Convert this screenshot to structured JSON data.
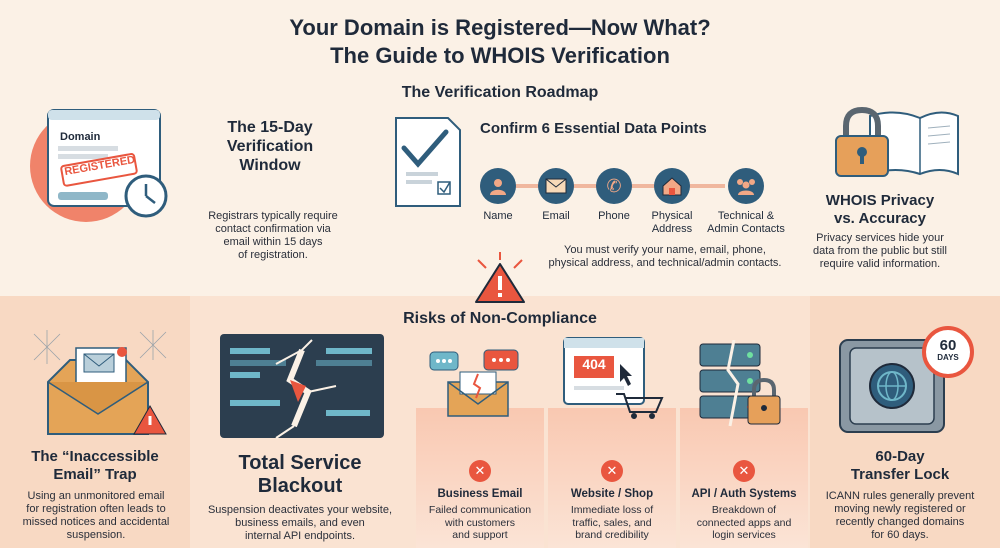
{
  "header": {
    "title_line1": "Your Domain is Registered—Now What?",
    "title_line2": "The Guide to WHOIS Verification"
  },
  "roadmap": {
    "heading": "The Verification Roadmap",
    "window": {
      "card_label": "Domain",
      "stamp": "REGISTERED",
      "title": "The 15-Day Verification Window",
      "title_l1": "The 15-Day",
      "title_l2": "Verification",
      "title_l3": "Window",
      "desc_l1": "Registrars typically require",
      "desc_l2": "contact confirmation via",
      "desc_l3": "email within 15 days",
      "desc_l4": "of registration."
    },
    "data_points": {
      "title": "Confirm 6 Essential Data Points",
      "items": [
        {
          "label": "Name",
          "icon": "person-icon",
          "color": "#2f5d7c"
        },
        {
          "label": "Email",
          "icon": "envelope-icon",
          "color": "#2f5d7c"
        },
        {
          "label": "Phone",
          "icon": "phone-icon",
          "color": "#2f5d7c"
        },
        {
          "label_l1": "Physical",
          "label_l2": "Address",
          "icon": "house-icon",
          "color": "#2f5d7c"
        },
        {
          "label_l1": "Technical &",
          "label_l2": "Admin Contacts",
          "icon": "people-icon",
          "color": "#2f5d7c"
        }
      ],
      "desc_l1": "You must verify your name, email, phone,",
      "desc_l2": "physical address, and technical/admin contacts."
    },
    "privacy": {
      "title_l1": "WHOIS Privacy",
      "title_l2": "vs. Accuracy",
      "desc_l1": "Privacy services hide your",
      "desc_l2": "data from the public but still",
      "desc_l3": "require valid information."
    }
  },
  "risks": {
    "heading": "Risks of Non-Compliance",
    "email_trap": {
      "title_l1": "The “Inaccessible",
      "title_l2": "Email” Trap",
      "desc_l1": "Using an unmonitored email",
      "desc_l2": "for registration often leads to",
      "desc_l3": "missed notices and accidental",
      "desc_l4": "suspension."
    },
    "blackout": {
      "title_l1": "Total Service",
      "title_l2": "Blackout",
      "desc_l1": "Suspension deactivates your website,",
      "desc_l2": "business emails, and even",
      "desc_l3": "internal API endpoints."
    },
    "columns": [
      {
        "title": "Business Email",
        "d1": "Failed communication",
        "d2": "with customers",
        "d3": "and support"
      },
      {
        "title": "Website / Shop",
        "d1": "Immediate loss of",
        "d2": "traffic, sales, and",
        "d3": "brand credibility"
      },
      {
        "title": "API / Auth Systems",
        "d1": "Breakdown of",
        "d2": "connected apps and",
        "d3": "login services"
      }
    ],
    "error_code": "404",
    "transfer": {
      "badge_l1": "60",
      "badge_l2": "DAYS",
      "title_l1": "60-Day",
      "title_l2": "Transfer Lock",
      "desc_l1": "ICANN rules generally prevent",
      "desc_l2": "moving newly registered or",
      "desc_l3": "recently changed domains",
      "desc_l4": "for 60 days."
    },
    "x_mark": "✕"
  },
  "colors": {
    "accent": "#e9563f",
    "navy": "#2f5d7c",
    "cream": "#fbf1e6"
  }
}
